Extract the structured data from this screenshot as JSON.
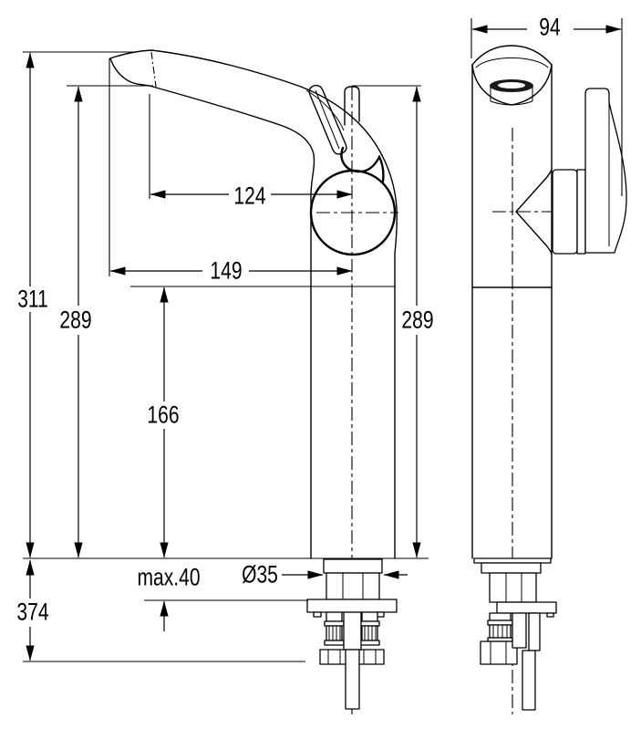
{
  "meta": {
    "line_color": "#000000",
    "background": "#ffffff",
    "drawing_type": "faucet installation dimensions, side and front views"
  },
  "dimensions": {
    "total_height": "311",
    "spout_height_left": "289",
    "spout_height_right": "289",
    "reach_tip": "149",
    "reach_aerator": "124",
    "lower_body_height": "166",
    "under_counter": "374",
    "deck_max": "max.40",
    "shank_diameter": "Ø35",
    "depth": "94"
  }
}
